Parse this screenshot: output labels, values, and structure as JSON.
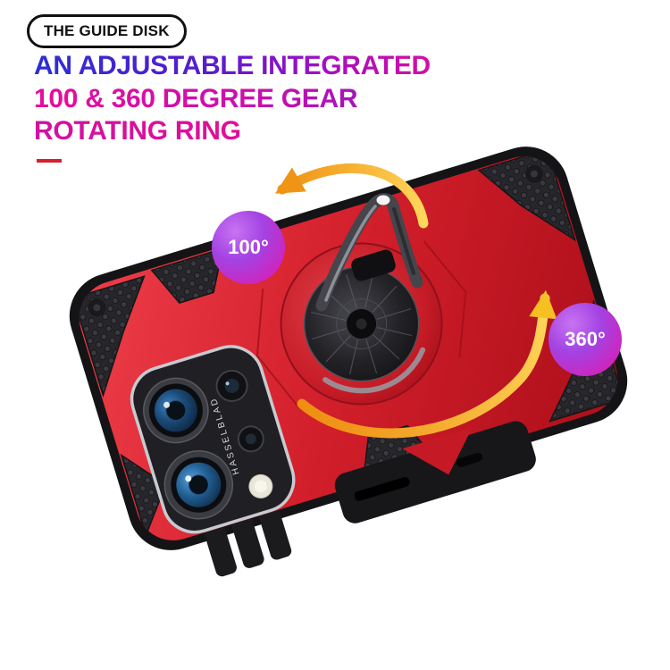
{
  "badge": {
    "label": "THE GUIDE DISK"
  },
  "heading": {
    "line1": "AN ADJUSTABLE INTEGRATED",
    "line2": "100 & 360 DEGREE GEAR",
    "line3": "ROTATING RING"
  },
  "callouts": {
    "rotation_100": "100°",
    "rotation_360": "360°"
  },
  "product": {
    "camera_brand": "HASSELBLAD"
  },
  "colors": {
    "case_red": "#d21f2b",
    "case_frame_black": "#141417",
    "heading_blue": "#2a2fd4",
    "heading_purple": "#8d14c6",
    "heading_magenta": "#ef0e92",
    "underline_red": "#d5202f",
    "callout_purple": "#a343e3",
    "callout_pink": "#e614a8",
    "arrow_orange": "#ee8c10",
    "arrow_yellow": "#ffd75a"
  }
}
